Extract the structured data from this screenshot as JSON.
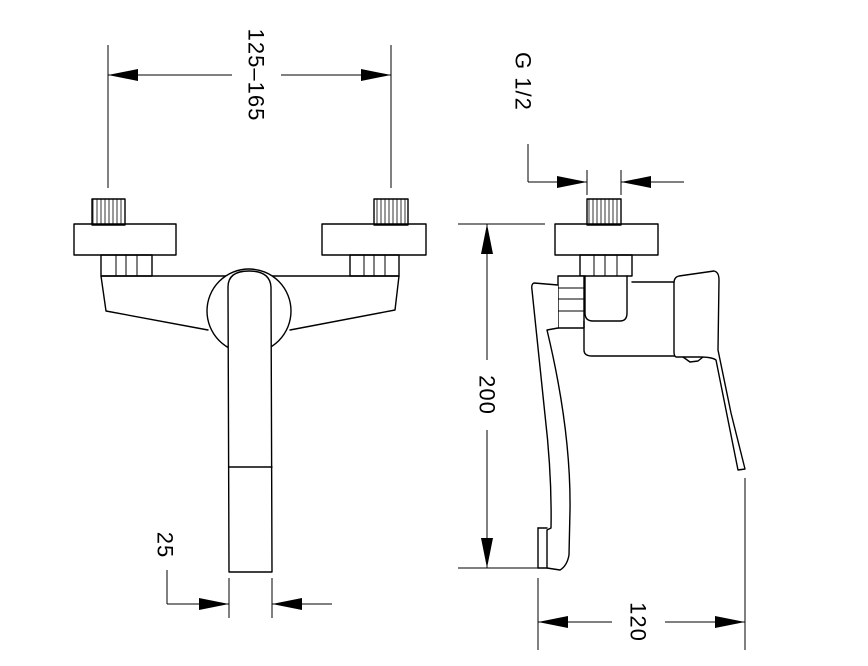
{
  "dimensions": {
    "width_range": "125–165",
    "thread": "G 1/2",
    "height": "200",
    "spout_diameter": "25",
    "projection": "120"
  }
}
